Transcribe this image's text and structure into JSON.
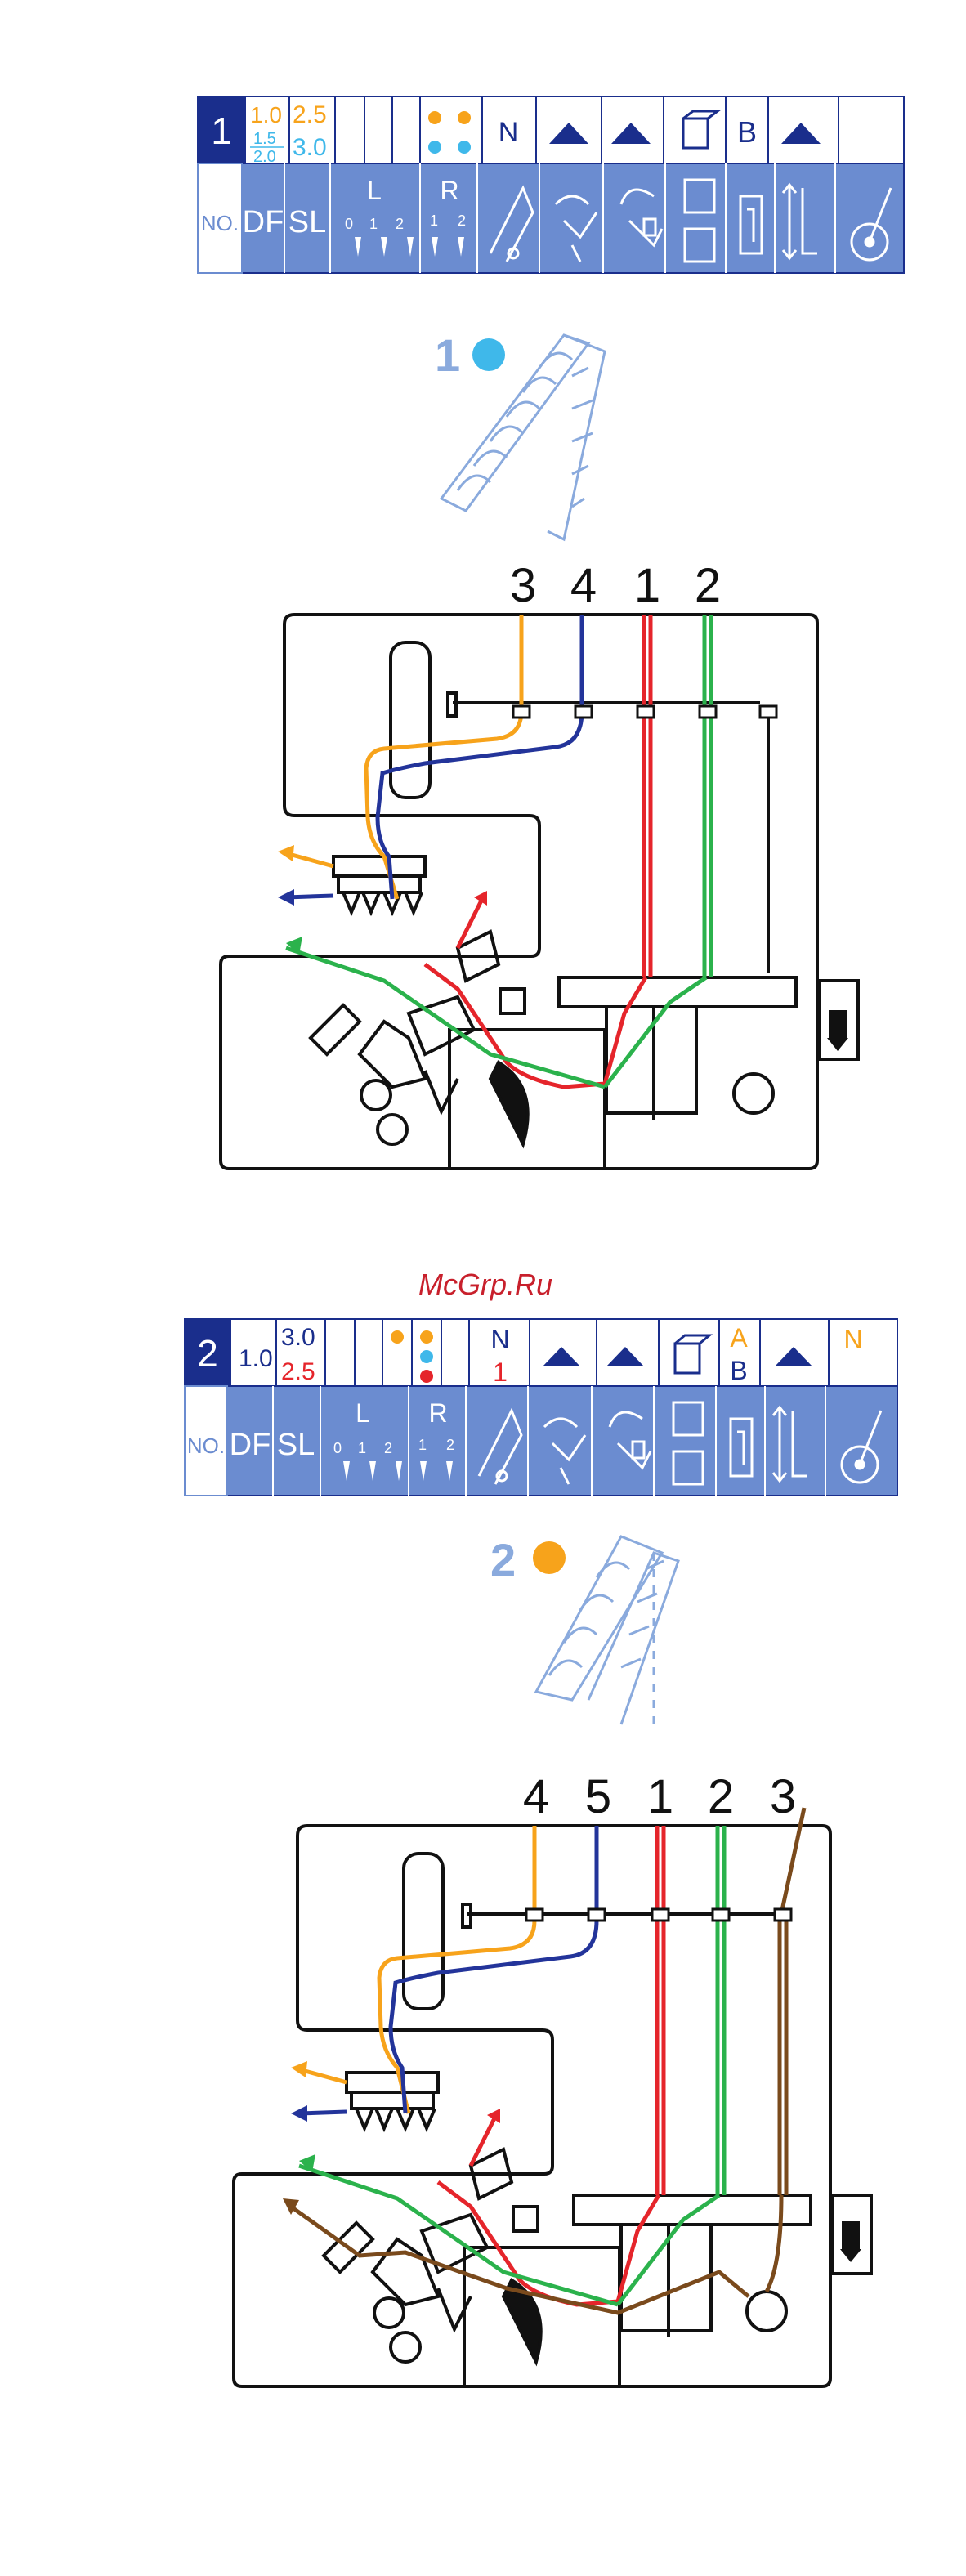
{
  "watermark": "McGrp.Ru",
  "colors": {
    "table_blue": "#6b8cd0",
    "table_dark": "#1a2e8c",
    "orange": "#f7a31b",
    "light_blue": "#3fb8ea",
    "red": "#e5252b",
    "green": "#2bb24c",
    "navy": "#23349a",
    "brown": "#7a4a1c",
    "stitch_blue": "#8aaadd"
  },
  "table_labels": {
    "no": "NO.",
    "df": "DF",
    "sl": "SL",
    "left": "L",
    "right": "R",
    "l_marks": [
      "0",
      "1",
      "2"
    ],
    "r_marks": [
      "1",
      "2"
    ]
  },
  "settings": [
    {
      "number": "1",
      "df_top": "1.0",
      "df_mid": "1.5",
      "df_bot": "2.0",
      "sl_top": "2.5",
      "sl_bot": "3.0",
      "knob": "N",
      "plate": "B",
      "stitch_label": "1",
      "thread_numbers": [
        "3",
        "4",
        "1",
        "2"
      ]
    },
    {
      "number": "2",
      "df": "1.0",
      "sl_top": "3.0",
      "sl_bot": "2.5",
      "knob_top": "N",
      "knob_bot": "1",
      "plate_top": "A",
      "plate_bot": "B",
      "last": "N",
      "stitch_label": "2",
      "thread_numbers": [
        "4",
        "5",
        "1",
        "2",
        "3"
      ]
    }
  ]
}
